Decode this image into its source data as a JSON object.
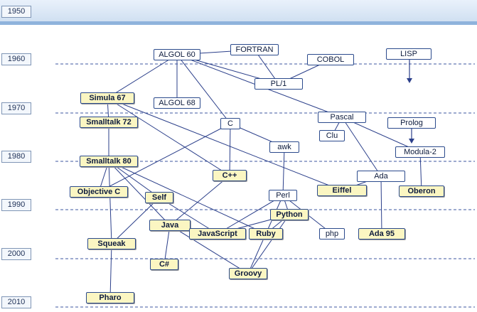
{
  "diagram": {
    "years": [
      "1950",
      "1960",
      "1970",
      "1980",
      "1990",
      "2000",
      "2010"
    ],
    "nodes": [
      {
        "id": "algol60",
        "label": "ALGOL 60",
        "style": "white"
      },
      {
        "id": "fortran",
        "label": "FORTRAN",
        "style": "white"
      },
      {
        "id": "cobol",
        "label": "COBOL",
        "style": "white"
      },
      {
        "id": "lisp",
        "label": "LISP",
        "style": "white"
      },
      {
        "id": "pl1",
        "label": "PL/1",
        "style": "white"
      },
      {
        "id": "simula67",
        "label": "Simula 67",
        "style": "yellow"
      },
      {
        "id": "algol68",
        "label": "ALGOL 68",
        "style": "white"
      },
      {
        "id": "smalltalk72",
        "label": "Smalltalk 72",
        "style": "yellow"
      },
      {
        "id": "c",
        "label": "C",
        "style": "white"
      },
      {
        "id": "pascal",
        "label": "Pascal",
        "style": "white"
      },
      {
        "id": "prolog",
        "label": "Prolog",
        "style": "white"
      },
      {
        "id": "clu",
        "label": "Clu",
        "style": "white"
      },
      {
        "id": "awk",
        "label": "awk",
        "style": "white"
      },
      {
        "id": "modula2",
        "label": "Modula-2",
        "style": "white"
      },
      {
        "id": "smalltalk80",
        "label": "Smalltalk 80",
        "style": "yellow"
      },
      {
        "id": "cpp",
        "label": "C++",
        "style": "yellow"
      },
      {
        "id": "ada",
        "label": "Ada",
        "style": "white"
      },
      {
        "id": "objc",
        "label": "Objective C",
        "style": "yellow"
      },
      {
        "id": "eiffel",
        "label": "Eiffel",
        "style": "yellow"
      },
      {
        "id": "oberon",
        "label": "Oberon",
        "style": "yellow"
      },
      {
        "id": "self",
        "label": "Self",
        "style": "yellow"
      },
      {
        "id": "perl",
        "label": "Perl",
        "style": "white"
      },
      {
        "id": "python",
        "label": "Python",
        "style": "yellow"
      },
      {
        "id": "java",
        "label": "Java",
        "style": "yellow"
      },
      {
        "id": "javascript",
        "label": "JavaScript",
        "style": "yellow"
      },
      {
        "id": "ruby",
        "label": "Ruby",
        "style": "yellow"
      },
      {
        "id": "php",
        "label": "php",
        "style": "white"
      },
      {
        "id": "ada95",
        "label": "Ada 95",
        "style": "yellow"
      },
      {
        "id": "squeak",
        "label": "Squeak",
        "style": "yellow"
      },
      {
        "id": "csharp",
        "label": "C#",
        "style": "yellow"
      },
      {
        "id": "groovy",
        "label": "Groovy",
        "style": "yellow"
      },
      {
        "id": "pharo",
        "label": "Pharo",
        "style": "yellow"
      }
    ],
    "edges": [
      [
        "fortran",
        "algol60"
      ],
      [
        "fortran",
        "pl1"
      ],
      [
        "algol60",
        "pl1"
      ],
      [
        "cobol",
        "pl1"
      ],
      [
        "algol60",
        "simula67"
      ],
      [
        "algol60",
        "algol68"
      ],
      [
        "algol60",
        "c"
      ],
      [
        "algol60",
        "pascal"
      ],
      [
        "simula67",
        "smalltalk72"
      ],
      [
        "simula67",
        "cpp"
      ],
      [
        "simula67",
        "eiffel"
      ],
      [
        "smalltalk72",
        "smalltalk80"
      ],
      [
        "smalltalk80",
        "objc"
      ],
      [
        "smalltalk80",
        "self"
      ],
      [
        "smalltalk80",
        "java"
      ],
      [
        "smalltalk80",
        "ruby"
      ],
      [
        "smalltalk80",
        "squeak"
      ],
      [
        "c",
        "awk"
      ],
      [
        "c",
        "cpp"
      ],
      [
        "c",
        "objc"
      ],
      [
        "awk",
        "perl"
      ],
      [
        "cpp",
        "java"
      ],
      [
        "pascal",
        "clu"
      ],
      [
        "pascal",
        "ada"
      ],
      [
        "pascal",
        "modula2"
      ],
      [
        "modula2",
        "oberon"
      ],
      [
        "ada",
        "eiffel"
      ],
      [
        "ada",
        "ada95"
      ],
      [
        "self",
        "javascript"
      ],
      [
        "self",
        "squeak"
      ],
      [
        "perl",
        "python"
      ],
      [
        "perl",
        "ruby"
      ],
      [
        "perl",
        "php"
      ],
      [
        "perl",
        "javascript"
      ],
      [
        "python",
        "ruby"
      ],
      [
        "python",
        "groovy"
      ],
      [
        "python",
        "javascript"
      ],
      [
        "ruby",
        "groovy"
      ],
      [
        "java",
        "groovy"
      ],
      [
        "java",
        "csharp"
      ],
      [
        "squeak",
        "pharo"
      ]
    ],
    "arrows": [
      [
        "lisp",
        "lisp_tip"
      ],
      [
        "prolog",
        "prolog_tip"
      ]
    ],
    "colors": {
      "edge": "#2b3f8a",
      "node_border": "#2b4a8c",
      "yellow_fill": "#fbf6c2",
      "grid": "#3c57a0"
    }
  }
}
